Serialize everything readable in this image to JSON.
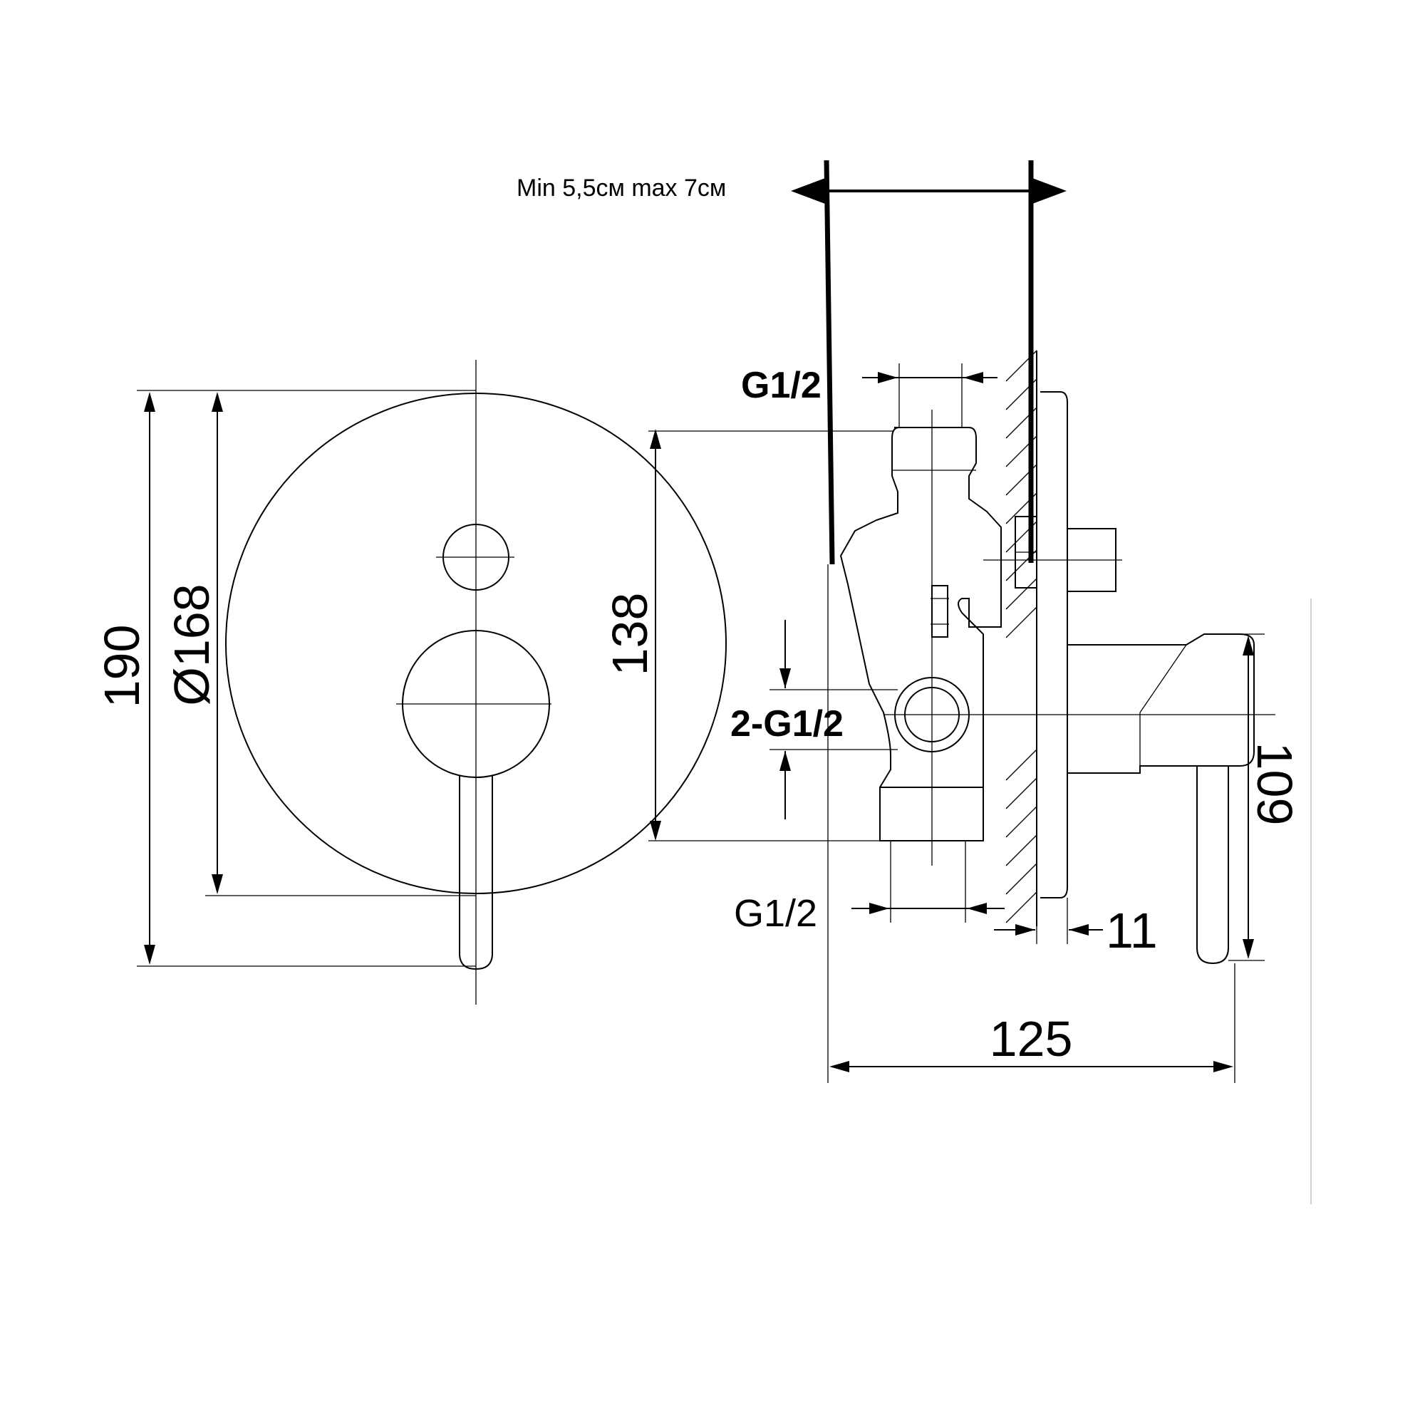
{
  "labels": {
    "wall_thickness": "Min 5,5см max 7см",
    "port_top": "G1/2",
    "port_outlets": "2-G1/2",
    "port_bottom": "G1/2"
  },
  "dimensions": {
    "overall_height": "190",
    "plate_diameter": "Ø168",
    "body_height": "138",
    "handle_offset": "109",
    "plate_thickness": "11",
    "overall_depth": "125"
  }
}
